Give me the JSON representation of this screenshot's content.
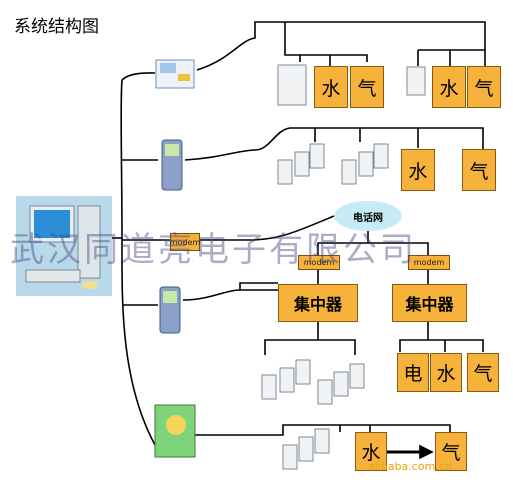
{
  "title": "系统结构图",
  "phone_network": "电话网",
  "modem_label": "modem",
  "concentrators": [
    "集中器",
    "集中器"
  ],
  "meters": {
    "water": "水",
    "gas": "气",
    "electric": "电"
  },
  "watermark": "武汉同道亮电子有限公司",
  "footer": "alibaba.com.cn",
  "colors": {
    "box_fill": "#f6b23a",
    "line": "#000000",
    "cloud": "#c6ecf7"
  }
}
